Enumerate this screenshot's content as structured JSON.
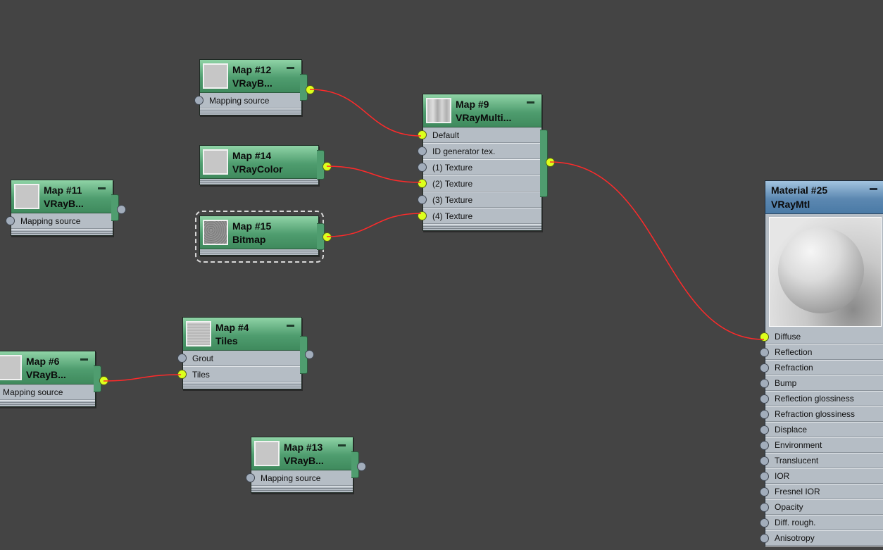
{
  "nodes": {
    "map12": {
      "title": "Map #12",
      "type": "VRayB...",
      "inputs": [
        "Mapping source"
      ]
    },
    "map14": {
      "title": "Map #14",
      "type": "VRayColor"
    },
    "map15": {
      "title": "Map #15",
      "type": "Bitmap"
    },
    "map11": {
      "title": "Map #11",
      "type": "VRayB...",
      "inputs": [
        "Mapping source"
      ]
    },
    "map9": {
      "title": "Map #9",
      "type": "VRayMulti...",
      "inputs": [
        "Default",
        "ID generator tex.",
        "(1) Texture",
        "(2) Texture",
        "(3) Texture",
        "(4) Texture"
      ]
    },
    "map4": {
      "title": "Map #4",
      "type": "Tiles",
      "inputs": [
        "Grout",
        "Tiles"
      ]
    },
    "map6": {
      "title": "Map #6",
      "type": "VRayB...",
      "inputs": [
        "Mapping source"
      ]
    },
    "map13": {
      "title": "Map #13",
      "type": "VRayB...",
      "inputs": [
        "Mapping source"
      ]
    }
  },
  "material": {
    "title": "Material #25",
    "type": "VRayMtl",
    "slots": [
      "Diffuse",
      "Reflection",
      "Refraction",
      "Bump",
      "Reflection glossiness",
      "Refraction glossiness",
      "Displace",
      "Environment",
      "Translucent",
      "IOR",
      "Fresnel IOR",
      "Opacity",
      "Diff. rough.",
      "Anisotropy"
    ]
  },
  "connections": [
    {
      "from": "Map #12",
      "to": "Map #9 / Default"
    },
    {
      "from": "Map #14",
      "to": "Map #9 / (2) Texture"
    },
    {
      "from": "Map #15",
      "to": "Map #9 / (4) Texture"
    },
    {
      "from": "Map #6",
      "to": "Map #4 / Tiles"
    },
    {
      "from": "Map #9",
      "to": "Material #25 / Diffuse"
    }
  ],
  "colors": {
    "canvas": "#444444",
    "map_header": "#4f9d6f",
    "material_header": "#5c88b1",
    "wire": "#ff2a2a",
    "socket_connected": "#ddff1c",
    "socket_idle": "#a2adbb"
  }
}
